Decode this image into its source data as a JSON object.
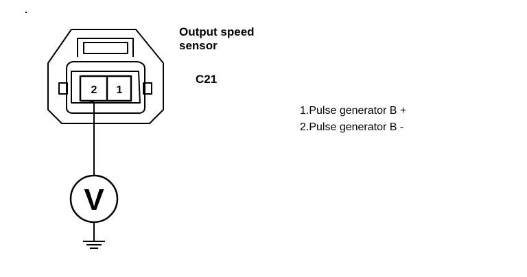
{
  "sensor": {
    "title_line1": "Output speed",
    "title_line2": "sensor",
    "connector_id": "C21"
  },
  "connector": {
    "pins": [
      "2",
      "1"
    ]
  },
  "meter": {
    "symbol": "V",
    "icon": "voltmeter-icon"
  },
  "ground": {
    "icon": "ground-symbol-icon"
  },
  "legend": {
    "items": [
      "1.Pulse generator B +",
      "2.Pulse generator B -"
    ]
  }
}
